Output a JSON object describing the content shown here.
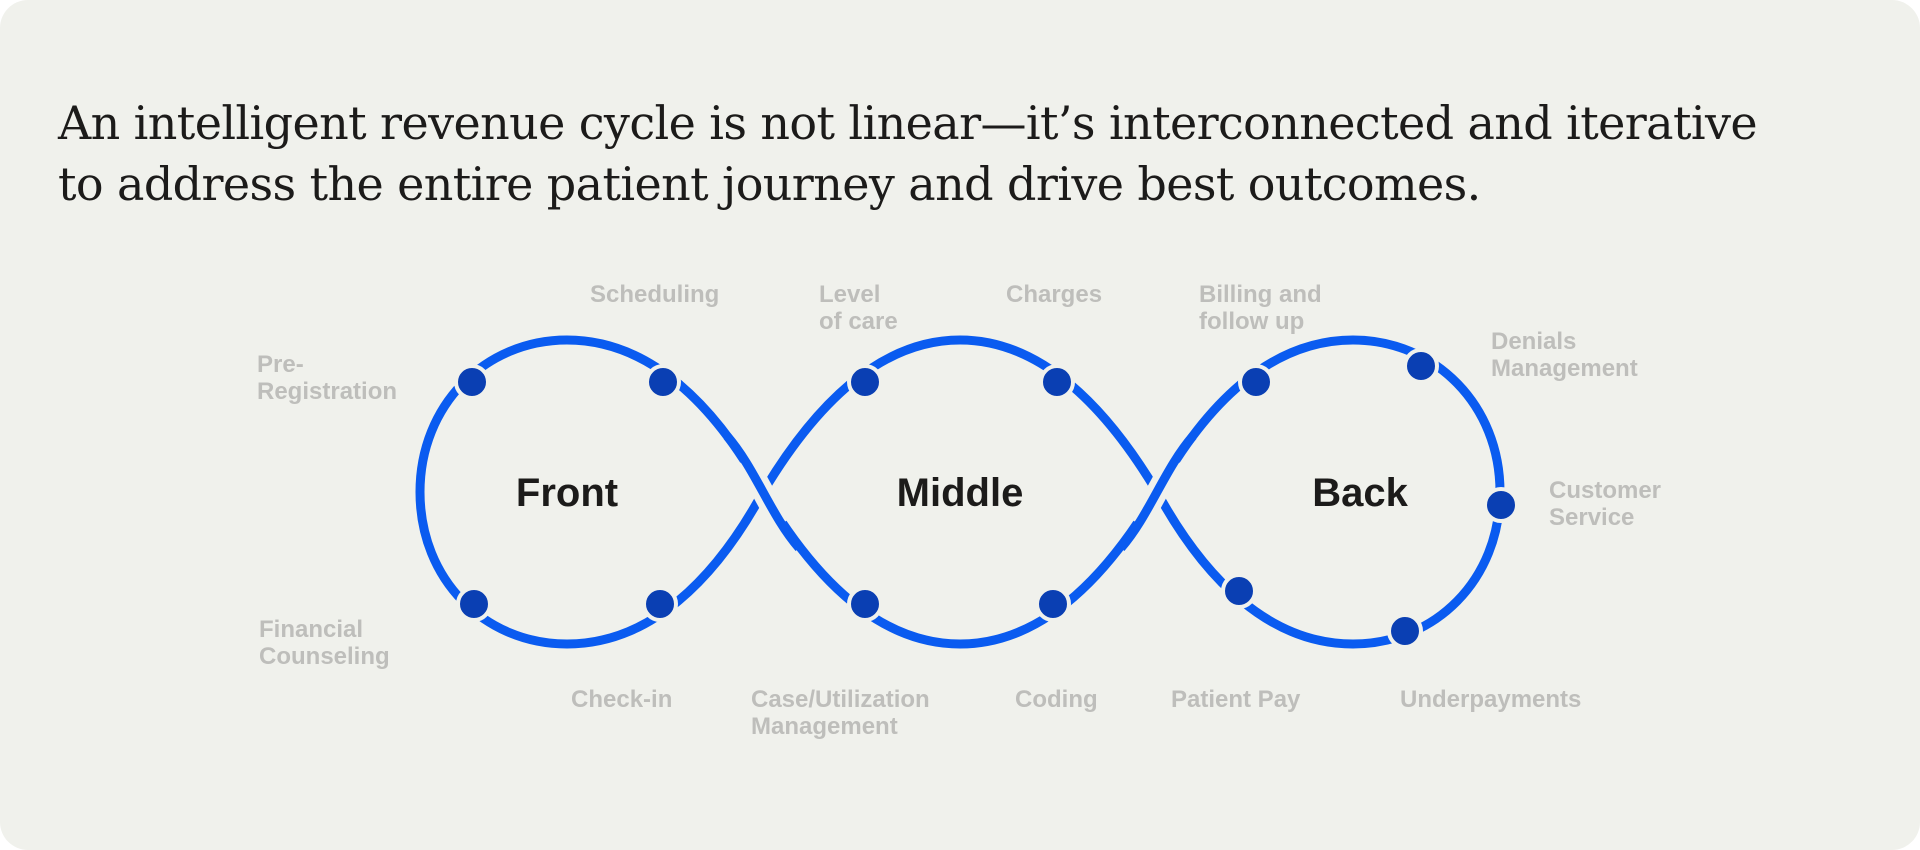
{
  "headline": {
    "line1": "An intelligent revenue cycle is not linear—it’s interconnected and iterative",
    "line2": "to address the entire patient journey and drive best outcomes."
  },
  "stages": {
    "front": "Front",
    "middle": "Middle",
    "back": "Back"
  },
  "steps": {
    "pre_registration": [
      "Pre-",
      "Registration"
    ],
    "scheduling": [
      "Scheduling"
    ],
    "level_of_care": [
      "Level",
      "of care"
    ],
    "charges": [
      "Charges"
    ],
    "billing": [
      "Billing and",
      "follow up"
    ],
    "denials": [
      "Denials",
      "Management"
    ],
    "customer_service": [
      "Customer",
      "Service"
    ],
    "financial_counseling": [
      "Financial",
      "Counseling"
    ],
    "check_in": [
      "Check-in"
    ],
    "case_management": [
      "Case/Utilization",
      "Management"
    ],
    "coding": [
      "Coding"
    ],
    "patient_pay": [
      "Patient Pay"
    ],
    "underpayments": [
      "Underpayments"
    ]
  },
  "colors": {
    "background": "#f0f1ec",
    "loop": "#0a5bf0",
    "node": "#0a3fb3",
    "step_label": "#bebebb",
    "text": "#1c1b1a"
  }
}
